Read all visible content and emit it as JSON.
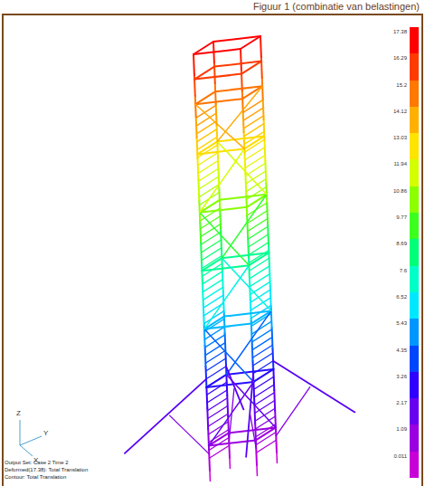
{
  "diagram": {
    "title": "Figuur 1 (combinatie van belastingen)",
    "labels": [
      "Output Set: Case 2 Time 2",
      "Deformed(17.38): Total Translation",
      "Contour: Total Translation",
      "Z",
      "Y",
      "X"
    ],
    "legend": [
      {
        "text": "17.38",
        "color": "#ff0000"
      },
      {
        "text": "16.29",
        "color": "#ff3c00"
      },
      {
        "text": "15.2",
        "color": "#ff7800"
      },
      {
        "text": "14.12",
        "color": "#ffb000"
      },
      {
        "text": "13.03",
        "color": "#ffe400"
      },
      {
        "text": "11.94",
        "color": "#d4ff00"
      },
      {
        "text": "10.86",
        "color": "#8cff00"
      },
      {
        "text": "9.77",
        "color": "#3cff20"
      },
      {
        "text": "8.69",
        "color": "#00ff78"
      },
      {
        "text": "7.6",
        "color": "#00ffc8"
      },
      {
        "text": "6.52",
        "color": "#00e8ff"
      },
      {
        "text": "5.43",
        "color": "#0096ff"
      },
      {
        "text": "4.35",
        "color": "#0046ff"
      },
      {
        "text": "3.26",
        "color": "#3000ff"
      },
      {
        "text": "2.17",
        "color": "#6a00f0"
      },
      {
        "text": "1.09",
        "color": "#9a00e0"
      },
      {
        "text": "0.011",
        "color": "#c800d8"
      }
    ]
  }
}
